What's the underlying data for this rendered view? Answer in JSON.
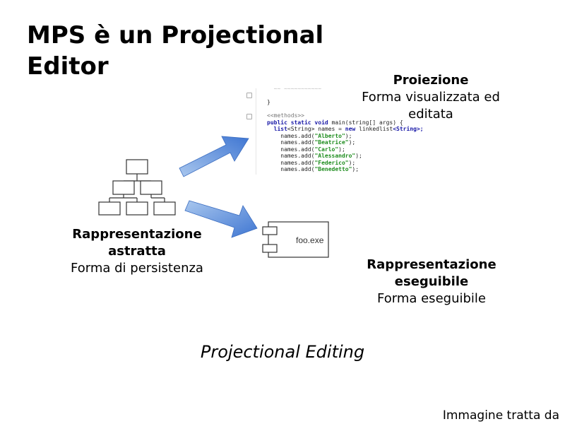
{
  "slide": {
    "title_line1": "MPS è un Projectional",
    "title_line2": "Editor"
  },
  "projection": {
    "heading": "Proiezione",
    "desc_line1": "Forma visualizzata ed",
    "desc_line2": "editata"
  },
  "abstract": {
    "heading_line1": "Rappresentazione",
    "heading_line2": "astratta",
    "desc": "Forma di persistenza"
  },
  "executable": {
    "heading_line1": "Rappresentazione",
    "heading_line2": "eseguibile",
    "desc": "Forma eseguibile",
    "component_label": "foo.exe"
  },
  "code": {
    "line0": "  ~~ ~~~~~~~~~~~",
    "line1": "}",
    "annotation": "<<methods>>",
    "l3_kw": "public static void",
    "l3_rest": " main(string[] args) {",
    "l4_type": "list",
    "l4_a": "<String> names = ",
    "l4_new": "new",
    "l4_linked": " linkedlist",
    "l4_b": "<String>;",
    "call": "names.add(",
    "call_end": ");",
    "names": [
      "\"Alberto\"",
      "\"Beatrice\"",
      "\"Carlo\"",
      "\"Alessandro\"",
      "\"Federico\"",
      "\"Benedetto\""
    ]
  },
  "caption": "Projectional Editing",
  "footer": "Immagine tratta da",
  "colors": {
    "arrow_light": "#a9c7ee",
    "arrow_dark": "#3f76d2",
    "keyword": "#1a1aa8",
    "string": "#1d8c1d"
  }
}
